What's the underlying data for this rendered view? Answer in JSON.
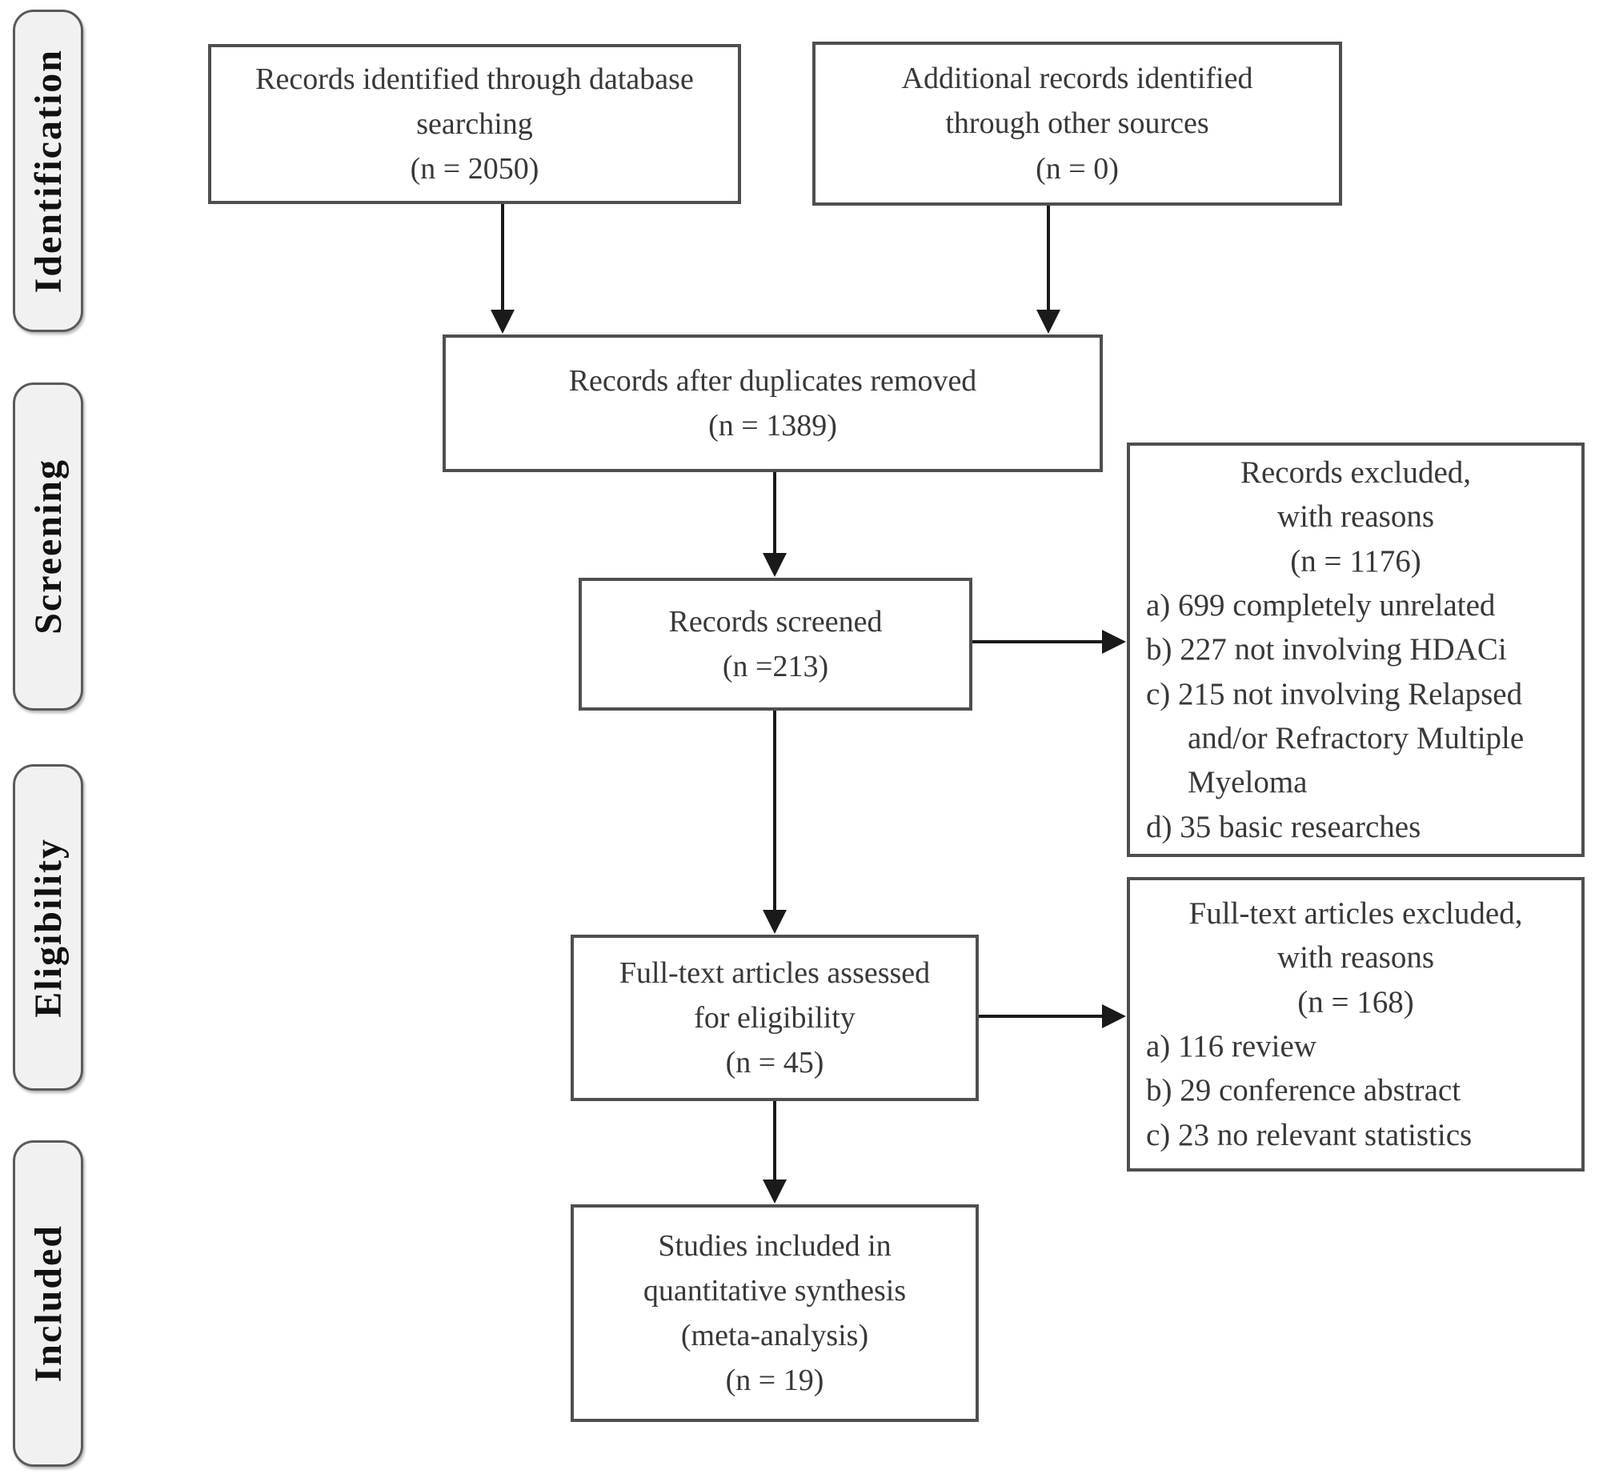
{
  "stages": [
    {
      "label": "Identification"
    },
    {
      "label": "Screening"
    },
    {
      "label": "Eligibility"
    },
    {
      "label": "Included"
    }
  ],
  "boxes": {
    "identified": {
      "lines": [
        "Records identified through database",
        "searching",
        "(n = 2050)"
      ]
    },
    "additional": {
      "lines": [
        "Additional records identified",
        "through other sources",
        "(n = 0)"
      ]
    },
    "deduplicated": {
      "lines": [
        "Records after duplicates removed",
        "(n = 1389)"
      ]
    },
    "screened": {
      "lines": [
        "Records screened",
        "(n =213)"
      ]
    },
    "records_excluded": {
      "title_lines": [
        "Records excluded,",
        "with reasons",
        "(n = 1176)"
      ],
      "reasons": [
        "a) 699 completely unrelated",
        "b) 227 not involving HDACi",
        "c) 215 not involving Relapsed and/or Refractory Multiple Myeloma",
        "d) 35 basic researches"
      ]
    },
    "fulltext_assessed": {
      "lines": [
        "Full-text articles assessed",
        "for eligibility",
        "(n = 45)"
      ]
    },
    "fulltext_excluded": {
      "title_lines": [
        "Full-text articles excluded,",
        "with reasons",
        "(n = 168)"
      ],
      "reasons": [
        "a) 116 review",
        "b) 29 conference abstract",
        "c) 23 no relevant statistics"
      ]
    },
    "included_synthesis": {
      "lines": [
        "Studies included in",
        "quantitative synthesis",
        "(meta-analysis)",
        "(n = 19)"
      ]
    }
  },
  "colors": {
    "box_border": "#4f4f4f",
    "stage_fill": "#f1f1f1",
    "stage_border": "#5a5a5a",
    "text": "#383838",
    "arrow": "#1a1a1a"
  }
}
